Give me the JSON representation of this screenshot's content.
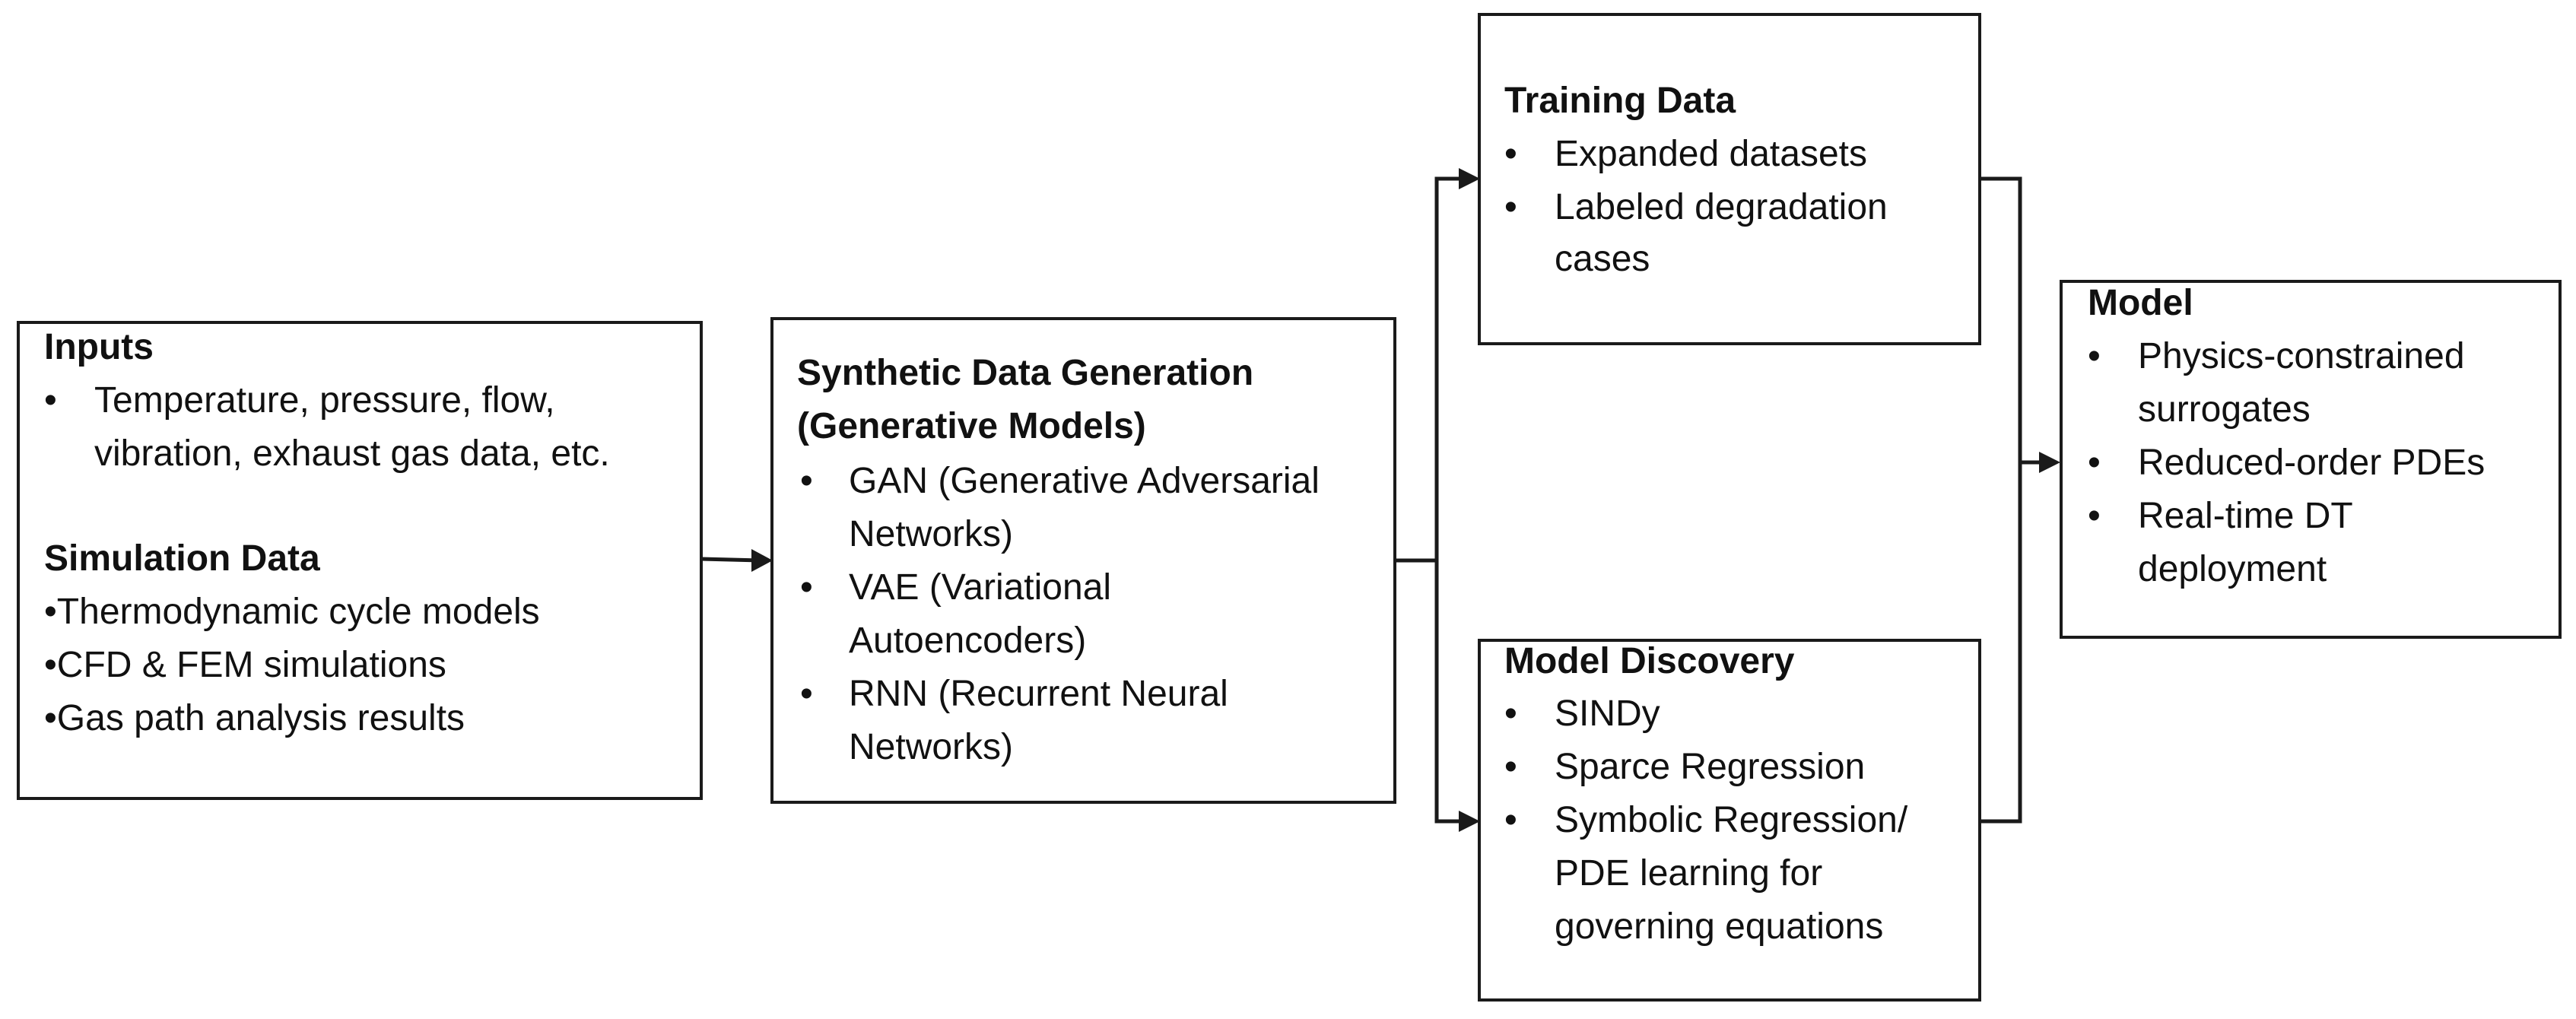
{
  "inputs": {
    "heading": "Inputs",
    "bullet": "•",
    "items": [
      "Temperature, pressure, flow,",
      "vibration, exhaust gas data, etc."
    ],
    "sim_heading": "Simulation  Data",
    "sim_items": [
      "•Thermodynamic cycle models",
      "•CFD & FEM simulations",
      "•Gas path analysis results"
    ]
  },
  "synthetic": {
    "heading_lines": [
      "Synthetic Data Generation",
      "(Generative Models)"
    ],
    "bullet": "•",
    "items": [
      [
        "GAN (Generative Adversarial",
        "Networks)"
      ],
      [
        "VAE (Variational",
        "Autoencoders)"
      ],
      [
        "RNN (Recurrent Neural",
        "Networks)"
      ]
    ]
  },
  "training": {
    "heading": "Training  Data",
    "bullet": "•",
    "items": [
      [
        "Expanded datasets"
      ],
      [
        "Labeled degradation",
        "cases"
      ]
    ]
  },
  "discovery": {
    "heading": "Model Discovery",
    "bullet": "•",
    "items": [
      [
        "SINDy"
      ],
      [
        "Sparce Regression"
      ],
      [
        "Symbolic Regression/",
        "PDE learning for",
        "governing equations"
      ]
    ]
  },
  "model": {
    "heading": "Model",
    "bullet": "•",
    "items": [
      [
        "Physics-constrained",
        "surrogates"
      ],
      [
        "Reduced-order PDEs"
      ],
      [
        "Real-time DT",
        "deployment"
      ]
    ]
  }
}
